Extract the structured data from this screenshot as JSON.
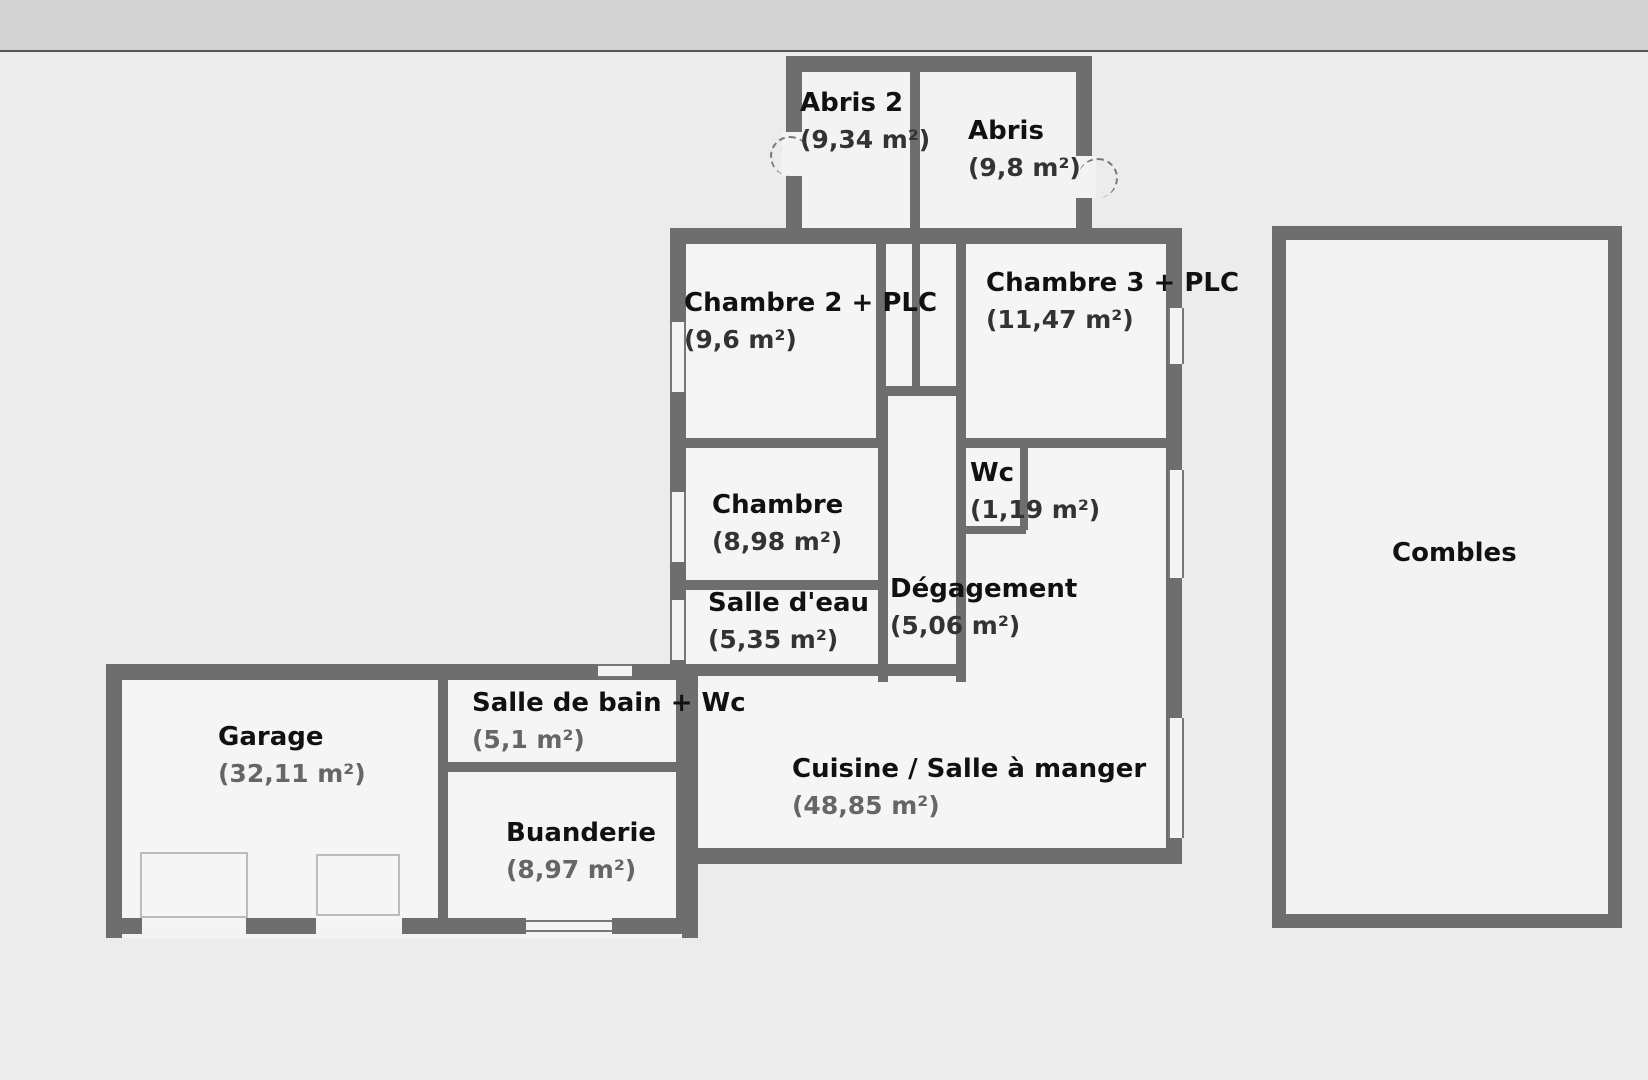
{
  "rooms": {
    "abris2": {
      "name": "Abris 2",
      "area": "(9,34 m²)"
    },
    "abris": {
      "name": "Abris",
      "area": "(9,8 m²)"
    },
    "chambre2": {
      "name": "Chambre 2 + PLC",
      "area": "(9,6 m²)"
    },
    "chambre3": {
      "name": "Chambre 3 + PLC",
      "area": "(11,47 m²)"
    },
    "chambre": {
      "name": "Chambre",
      "area": "(8,98 m²)"
    },
    "wc": {
      "name": "Wc",
      "area": "(1,19 m²)"
    },
    "salle_eau": {
      "name": "Salle d'eau",
      "area": "(5,35 m²)"
    },
    "degagement": {
      "name": "Dégagement",
      "area": "(5,06 m²)"
    },
    "salle_bain": {
      "name": "Salle de bain + Wc",
      "area": "(5,1 m²)"
    },
    "garage": {
      "name": "Garage",
      "area": "(32,11 m²)"
    },
    "cuisine": {
      "name": "Cuisine / Salle à manger",
      "area": "(48,85 m²)"
    },
    "buanderie": {
      "name": "Buanderie",
      "area": "(8,97 m²)"
    },
    "combles": {
      "name": "Combles"
    }
  },
  "colors": {
    "wall": "#6e6e6e",
    "floor": "#f3f3f3",
    "background": "#ececec"
  }
}
